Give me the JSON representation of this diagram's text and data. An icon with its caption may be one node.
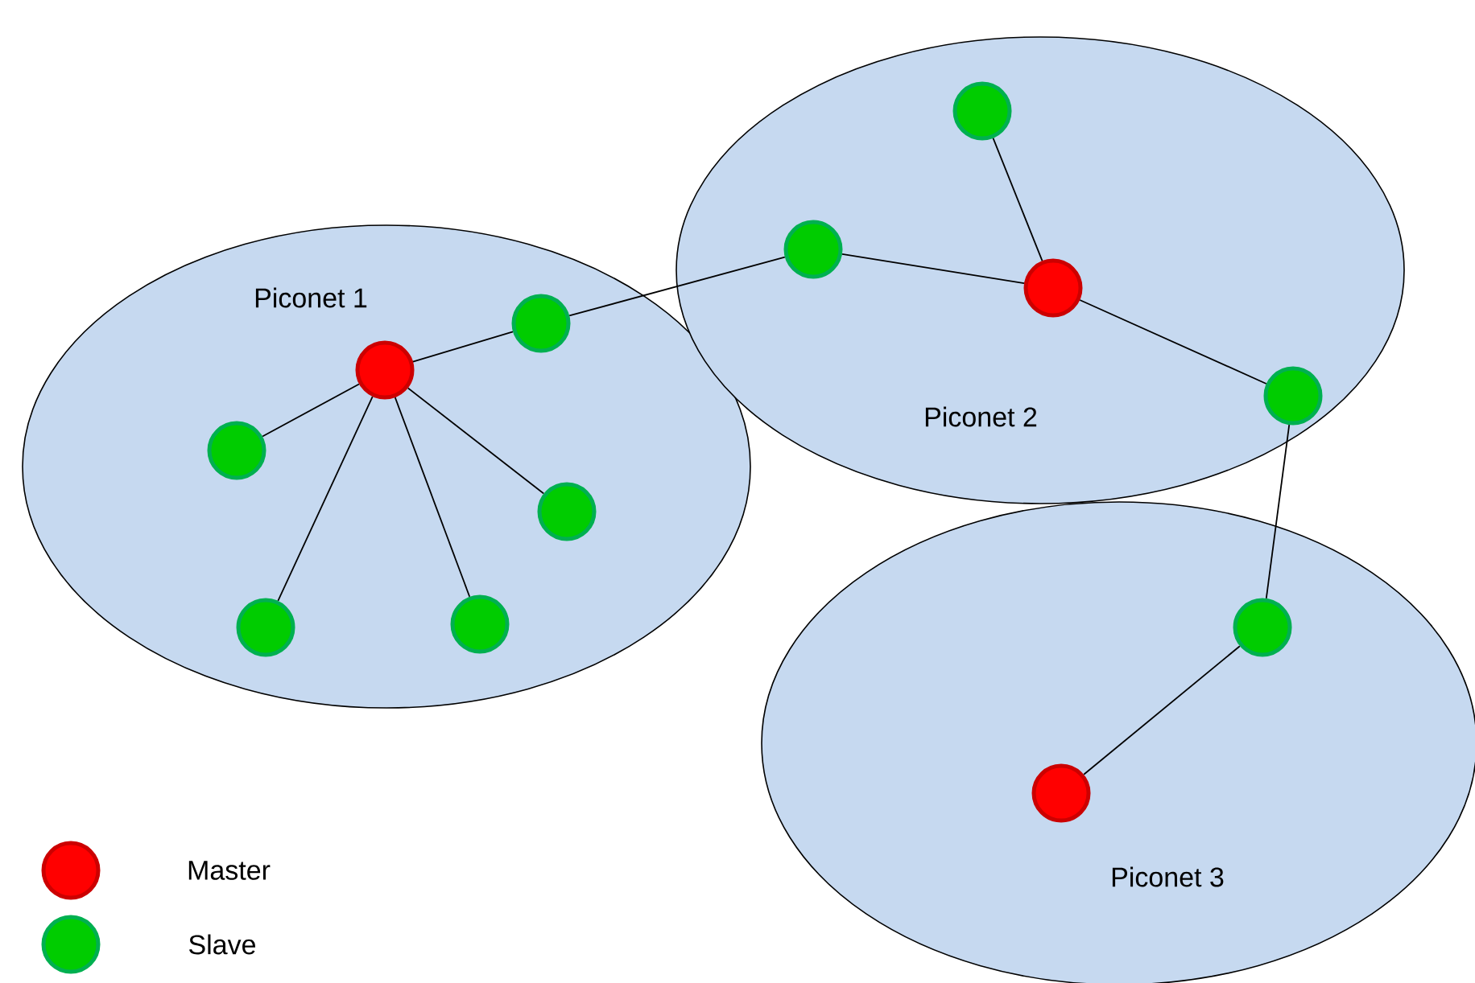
{
  "diagram": {
    "nodes": [
      {
        "text": [
          "Piconet 1"
        ]
      },
      {
        "text": [],
        "shape": "circle",
        "in": 0
      },
      {
        "text": [],
        "shape": "circle",
        "in": 0
      },
      {
        "text": [],
        "shape": "circle",
        "in": 0
      },
      {
        "text": [],
        "shape": "circle",
        "in": 0
      },
      {
        "text": [],
        "shape": "circle",
        "in": 0
      },
      {
        "text": [],
        "shape": "circle",
        "in": 0
      },
      {
        "text": [
          "Piconet 2"
        ]
      },
      {
        "text": [],
        "shape": "circle",
        "in": 7
      },
      {
        "text": [],
        "shape": "circle",
        "in": 7
      },
      {
        "text": [],
        "shape": "circle",
        "in": 7
      },
      {
        "text": [],
        "shape": "circle",
        "in": 7
      },
      {
        "text": [
          "Piconet 3"
        ]
      },
      {
        "text": [],
        "shape": "circle",
        "in": 12
      },
      {
        "text": [],
        "shape": "circle",
        "in": 12
      }
    ],
    "edges": [
      {
        "from": 1,
        "to": 2,
        "arrow": "none"
      },
      {
        "from": 1,
        "to": 3,
        "arrow": "none"
      },
      {
        "from": 1,
        "to": 4,
        "arrow": "none"
      },
      {
        "from": 1,
        "to": 5,
        "arrow": "none"
      },
      {
        "from": 1,
        "to": 6,
        "arrow": "none"
      },
      {
        "from": 2,
        "to": 9,
        "arrow": "none"
      },
      {
        "from": 9,
        "to": 10,
        "arrow": "none"
      },
      {
        "from": 10,
        "to": 8,
        "arrow": "none"
      },
      {
        "from": 10,
        "to": 11,
        "arrow": "none"
      },
      {
        "from": 11,
        "to": 13,
        "arrow": "none"
      },
      {
        "from": 13,
        "to": 14,
        "arrow": "none"
      }
    ],
    "legend": [
      {
        "text": "Master",
        "color": "#ff0000"
      },
      {
        "text": "Slave",
        "color": "#00cc00"
      }
    ]
  }
}
